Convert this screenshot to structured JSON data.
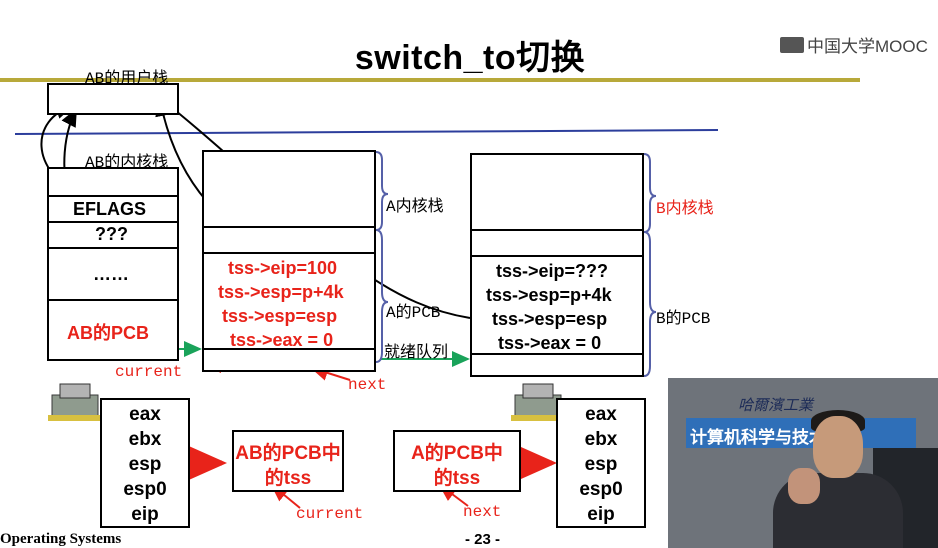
{
  "title": "switch_to切换",
  "logo_text": "中国大学MOOC",
  "footer": {
    "course": "Operating Systems",
    "page": "- 23 -"
  },
  "colors": {
    "accent_red": "#e8231a",
    "green_arrow": "#1aa35a",
    "rule_yellow": "#b8a93a",
    "rule_blue": "#2c3e9c"
  },
  "ab_user_stack": {
    "label": "AB的用户栈"
  },
  "ab_kernel_stack": {
    "label": "AB的内核栈",
    "cells": [
      "EFLAGS",
      "???",
      "……"
    ],
    "pcb_label": "AB的PCB",
    "current_label": "current"
  },
  "a_stack": {
    "kernel_label": "A内核栈",
    "pcb_side_label": "A的PCB",
    "tss_lines": [
      "tss->eip=100",
      "tss->esp=p+4k",
      "tss->esp=esp",
      "tss->eax = 0"
    ],
    "next_label": "next",
    "ready_queue_label": "就绪队列"
  },
  "b_stack": {
    "kernel_label": "B内核栈",
    "pcb_side_label": "B的PCB",
    "tss_lines": [
      "tss->eip=???",
      "tss->esp=p+4k",
      "tss->esp=esp",
      "tss->eax = 0"
    ]
  },
  "cpu_left": {
    "registers": [
      "eax",
      "ebx",
      "esp",
      "esp0",
      "eip"
    ]
  },
  "cpu_right": {
    "registers": [
      "eax",
      "ebx",
      "esp",
      "esp0",
      "eip"
    ]
  },
  "tss_boxes": [
    {
      "text_line1": "AB的PCB中",
      "text_line2": "的tss",
      "pointer": "current"
    },
    {
      "text_line1": "A的PCB中",
      "text_line2": "的tss",
      "pointer": "next"
    }
  ],
  "video": {
    "sign_top": "哈爾濱工業",
    "sign_text": "计算机科学与技术学院"
  }
}
